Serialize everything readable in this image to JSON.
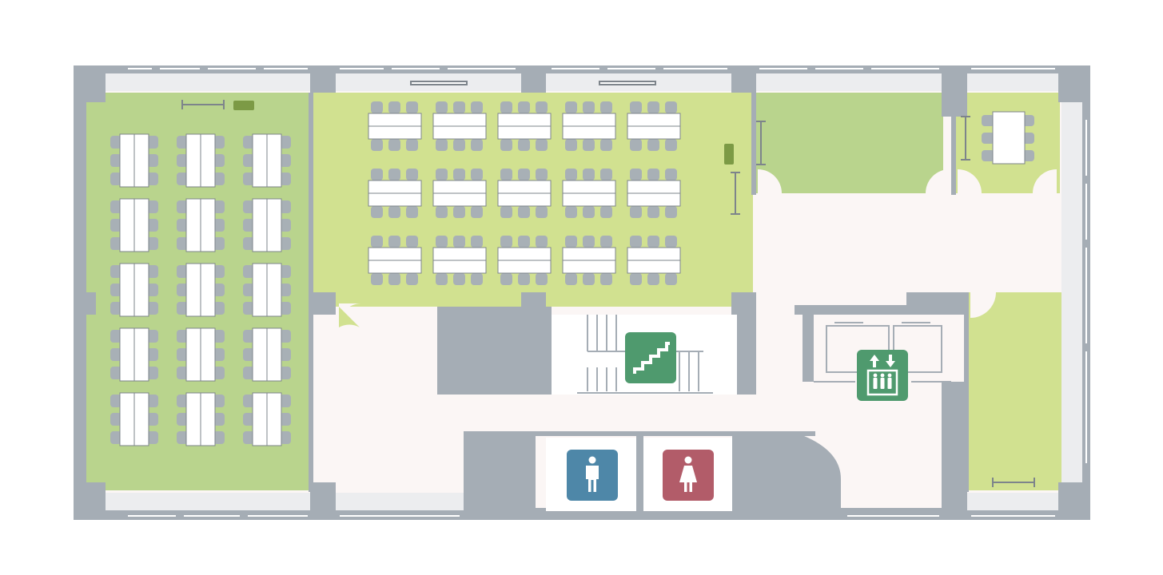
{
  "colors": {
    "background": "#ffffff",
    "wall": "#a5adb5",
    "window_strip": "#ecedef",
    "room_green": "#b9d48d",
    "room_light_green": "#d1e190",
    "corridor": "#fbf6f5",
    "desk": "#ffffff",
    "chair": "#a8b0b6",
    "plant": "#7c9a45",
    "stairs_sign": "#4f9a6e",
    "elevator_sign": "#4f9a6e",
    "mens_sign": "#4e87a8",
    "womens_sign": "#b25c69"
  },
  "floor_plan": {
    "rooms": [
      {
        "name": "open-office-west",
        "fill": "room_green"
      },
      {
        "name": "classroom",
        "fill": "room_light_green"
      },
      {
        "name": "meeting-room-north",
        "fill": "room_green"
      },
      {
        "name": "small-meeting-room",
        "fill": "room_light_green"
      },
      {
        "name": "office-east",
        "fill": "room_light_green"
      }
    ],
    "furniture": {
      "west_desk_rows": 5,
      "west_desk_columns": 3,
      "classroom_table_rows": 3,
      "classroom_table_columns": 5
    },
    "icons": [
      {
        "name": "stairs-icon",
        "color": "stairs_sign"
      },
      {
        "name": "elevator-icon",
        "color": "elevator_sign"
      },
      {
        "name": "mens-restroom-icon",
        "color": "mens_sign"
      },
      {
        "name": "womens-restroom-icon",
        "color": "womens_sign"
      }
    ]
  }
}
